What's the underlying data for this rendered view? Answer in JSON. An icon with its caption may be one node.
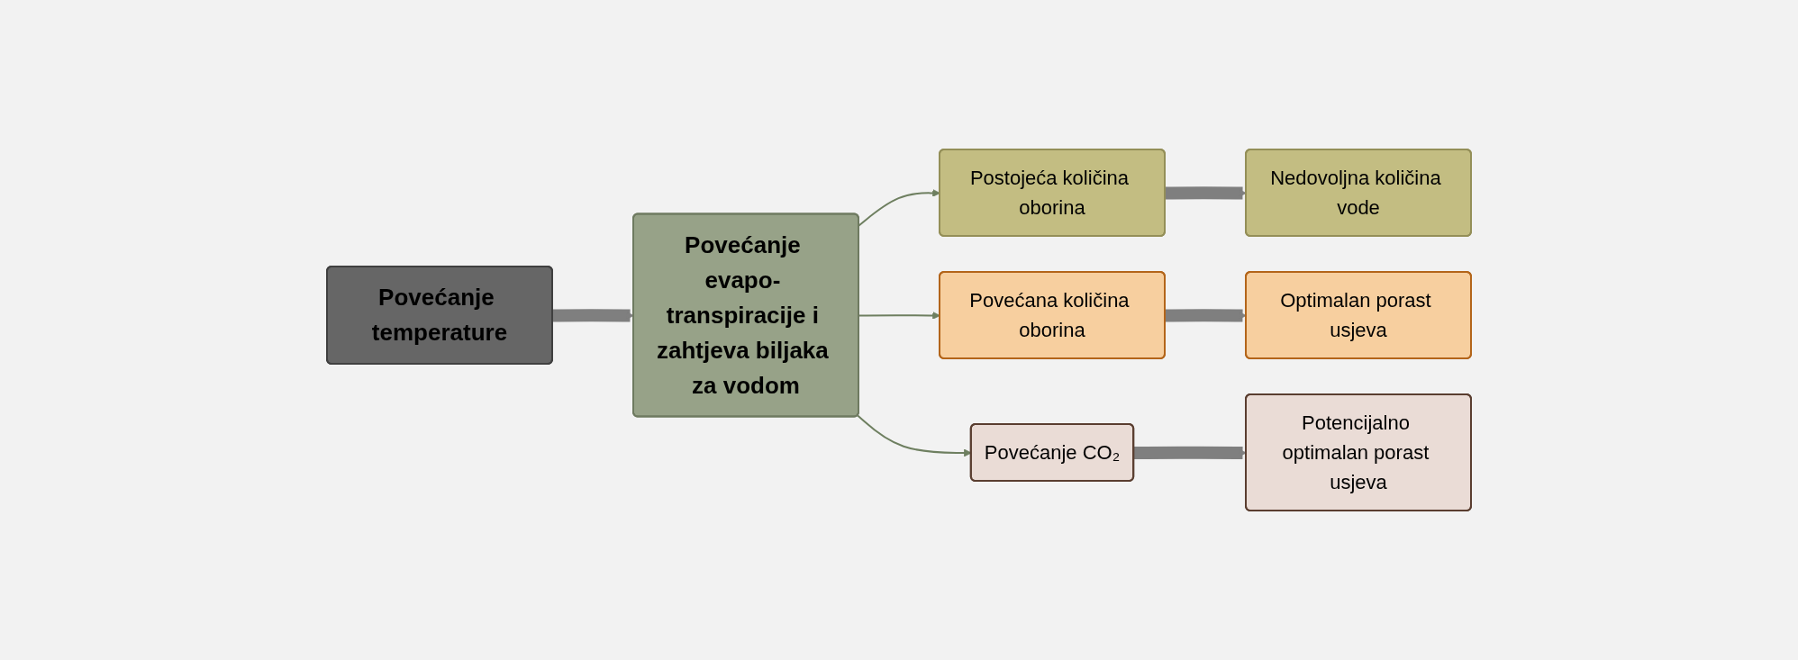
{
  "diagram": {
    "nodes": [
      {
        "text": [
          "Povećanje temperature"
        ]
      },
      {
        "text": [
          "Povećanje evapo- transpiracije i zahtjeva biljaka za vodom"
        ]
      },
      {
        "text": [
          "Postojeća količina oborina"
        ]
      },
      {
        "text": [
          "Nedovoljna količina vode"
        ]
      },
      {
        "text": [
          "Povećana količina oborina"
        ]
      },
      {
        "text": [
          "Optimalan porast usjeva"
        ]
      },
      {
        "text": [
          "Povećanje CO₂"
        ]
      },
      {
        "text": [
          "Potencijalno optimalan porast usjeva"
        ]
      }
    ],
    "edges": [
      {
        "from": 0,
        "to": 1,
        "arrow": "to"
      },
      {
        "from": 1,
        "to": 2,
        "arrow": "to",
        "color": "#6e7f60"
      },
      {
        "from": 1,
        "to": 4,
        "arrow": "to",
        "color": "#6e7f60"
      },
      {
        "from": 1,
        "to": 6,
        "arrow": "to",
        "color": "#6e7f60"
      },
      {
        "from": 2,
        "to": 3,
        "arrow": "to"
      },
      {
        "from": 4,
        "to": 5,
        "arrow": "to"
      },
      {
        "from": 6,
        "to": 7,
        "arrow": "to"
      }
    ]
  }
}
